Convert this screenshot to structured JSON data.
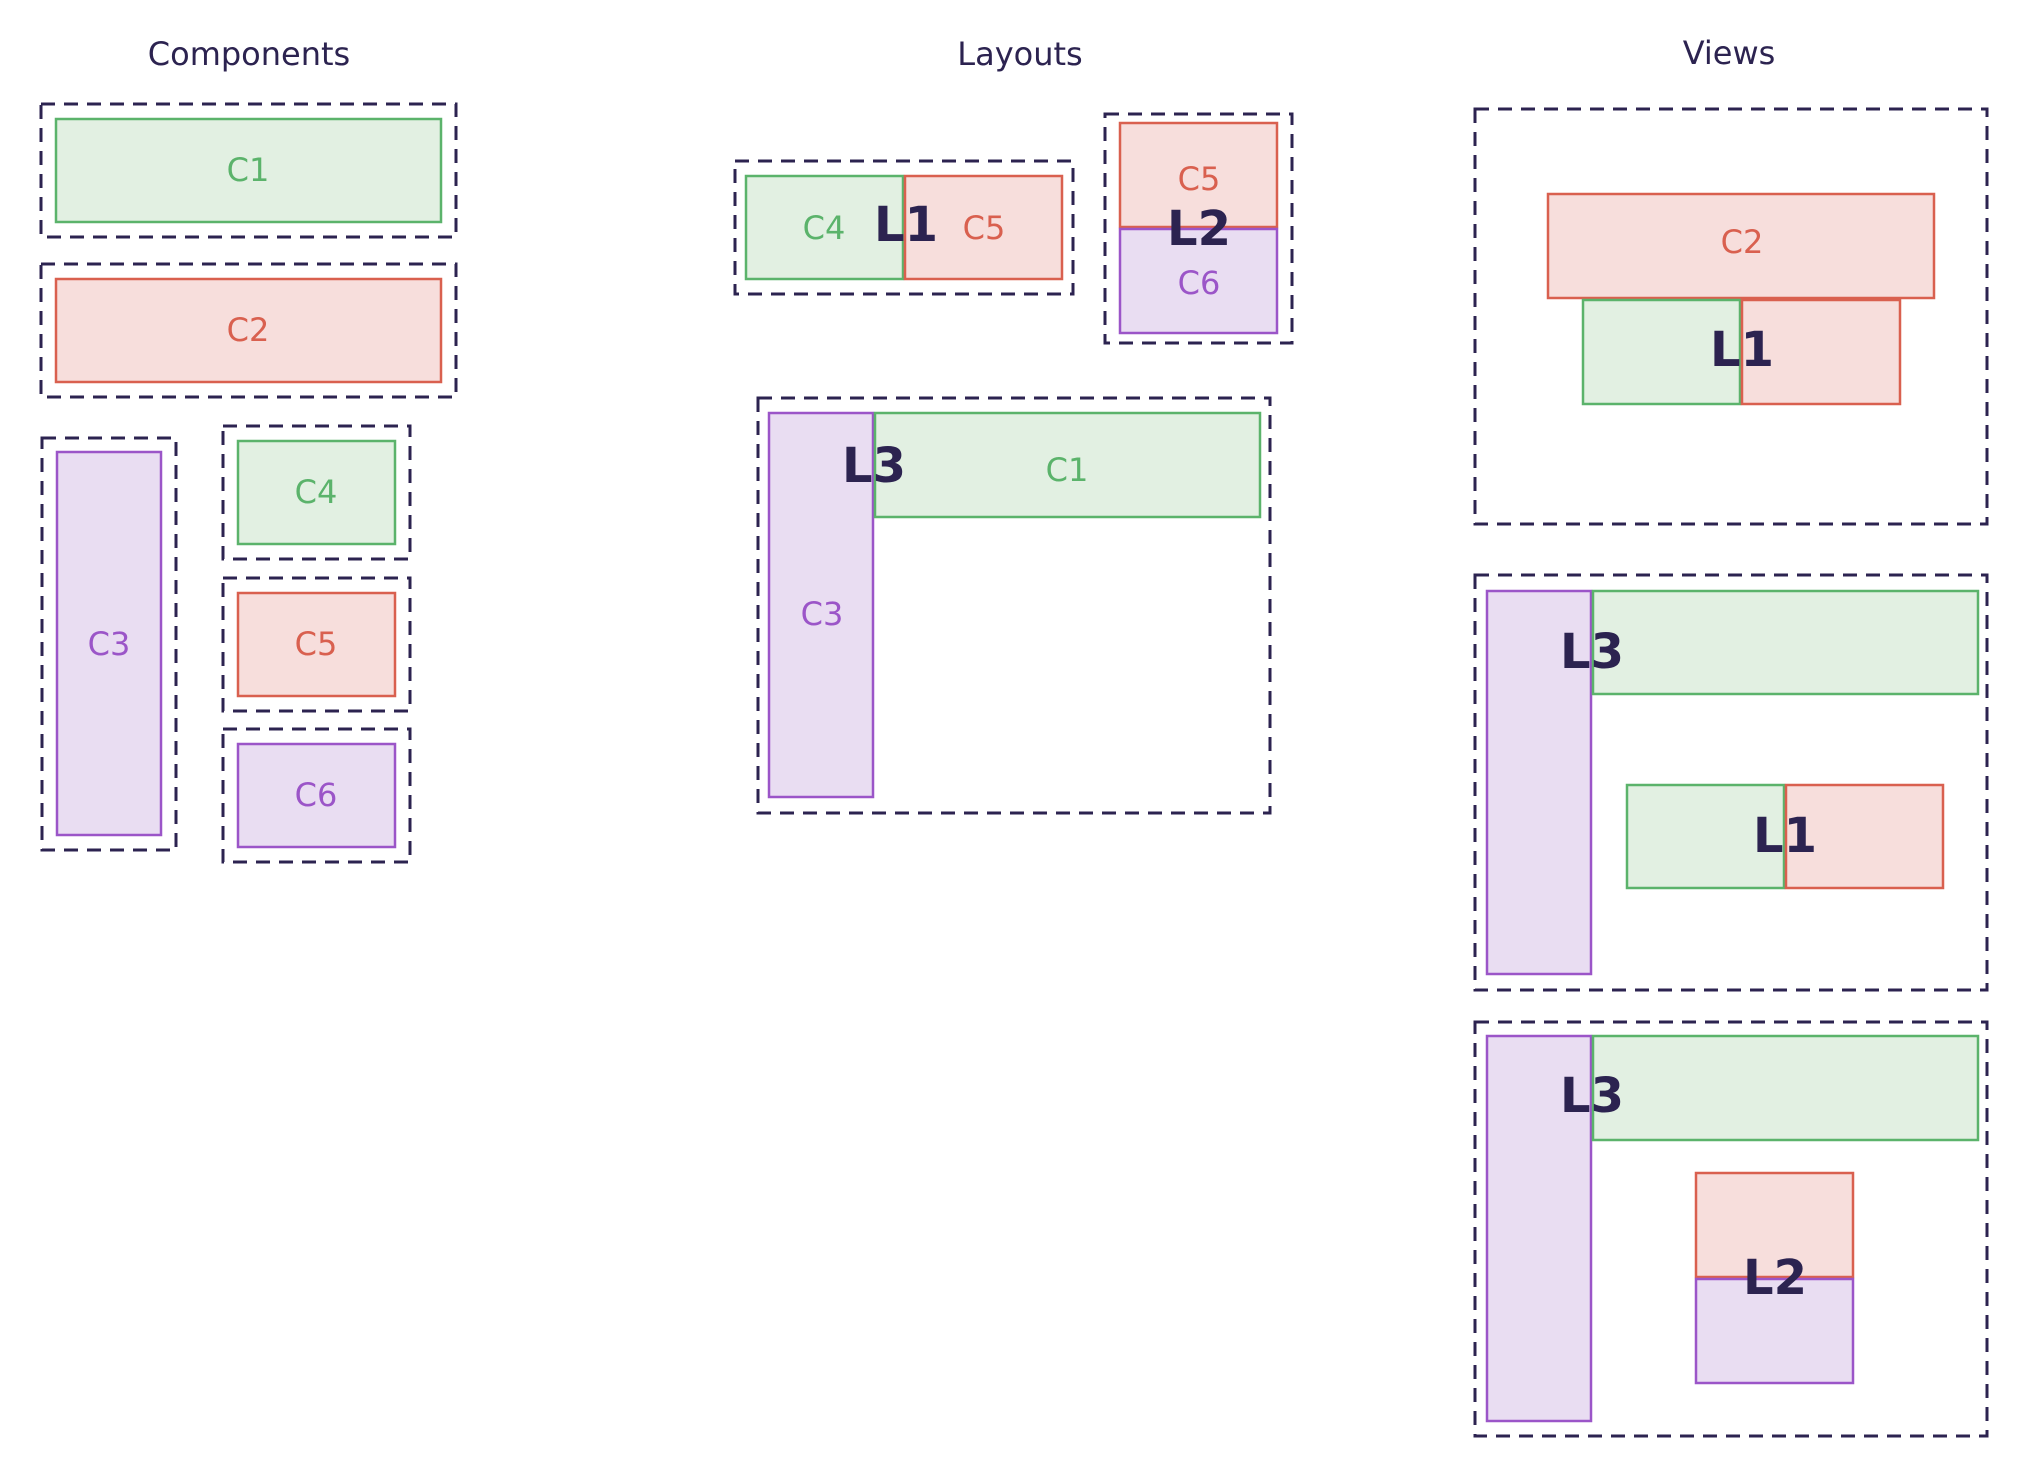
{
  "columns": {
    "components": "Components",
    "layouts": "Layouts",
    "views": "Views"
  },
  "components": {
    "c1": "C1",
    "c2": "C2",
    "c3": "C3",
    "c4": "C4",
    "c5": "C5",
    "c6": "C6"
  },
  "layouts": {
    "l1": "L1",
    "l2": "L2",
    "l3": "L3"
  },
  "colors": {
    "frame": "#2c2350",
    "green_fill": "#e2f0e2",
    "green_stroke": "#5bb36b",
    "red_fill": "#f7dedc",
    "red_stroke": "#d9604f",
    "purple_fill": "#e9ddf2",
    "purple_stroke": "#9b55c8"
  }
}
